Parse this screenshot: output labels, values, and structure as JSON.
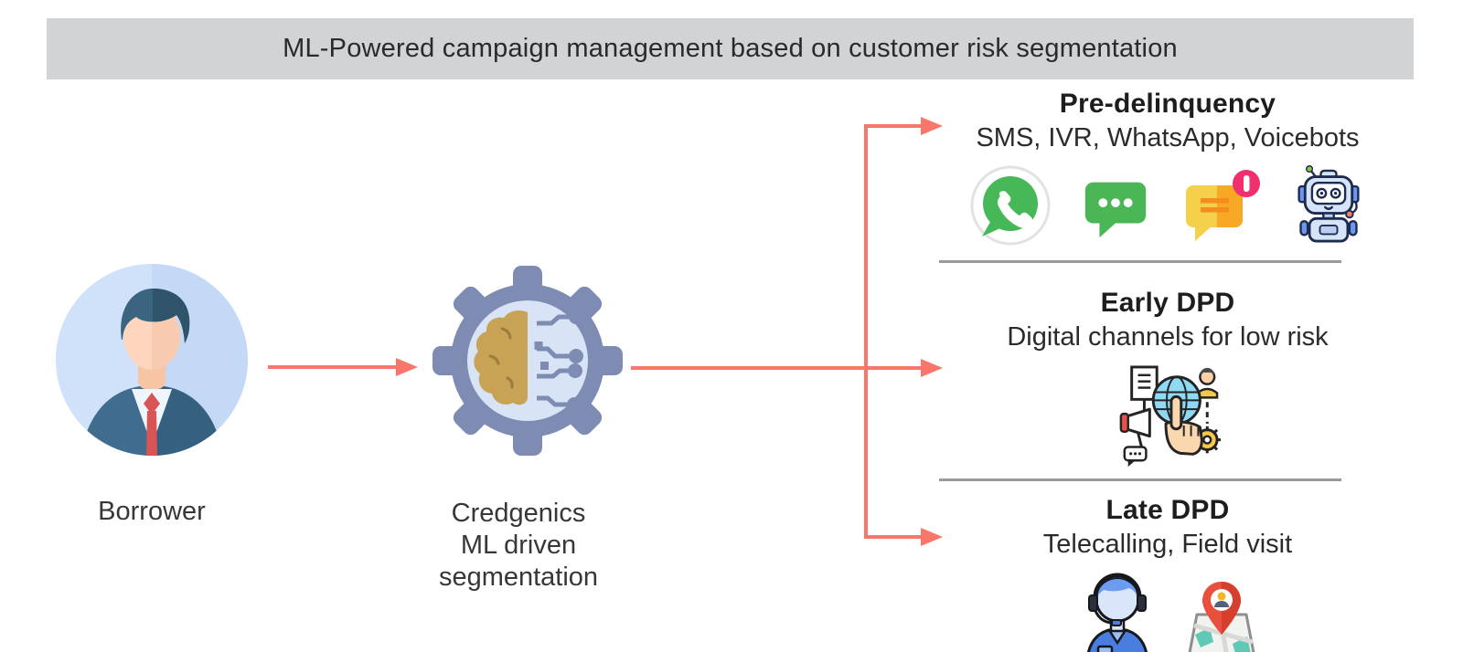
{
  "header": {
    "title": "ML-Powered campaign management based on customer risk segmentation"
  },
  "flow": {
    "source": {
      "label": "Borrower"
    },
    "engine": {
      "lines": [
        "Credgenics",
        "ML driven",
        "segmentation"
      ]
    }
  },
  "segments": [
    {
      "title": "Pre-delinquency",
      "subtitle": "SMS, IVR, WhatsApp, Voicebots",
      "icons": [
        "whatsapp-icon",
        "sms-chat-icon",
        "chat-notification-icon",
        "voicebot-icon"
      ]
    },
    {
      "title": "Early DPD",
      "subtitle": "Digital channels for low risk",
      "icons": [
        "digital-marketing-icon"
      ]
    },
    {
      "title": "Late DPD",
      "subtitle": "Telecalling, Field visit",
      "icons": [
        "telecaller-icon",
        "field-visit-map-icon"
      ]
    }
  ],
  "colors": {
    "header_bg": "#d2d3d5",
    "arrow": "#f9766b",
    "divider": "#9a9a9d",
    "gear": "#7e8cb3",
    "gear_inner": "#d8e4f6",
    "brain": "#c8a355",
    "whatsapp_green": "#47b857",
    "sms_green": "#4bb655",
    "chat_yellow": "#f5d14b",
    "chat_orange": "#f9a825",
    "badge_pink": "#f02f6e",
    "robot_body": "#d6e4f8",
    "avatar_bg": "#cfe2f9",
    "suit_blue": "#406d8f",
    "tie_red": "#d95454",
    "telecaller_blue": "#4a7de0",
    "pin_red": "#e94f3d",
    "map_teal": "#5fc9b6"
  }
}
